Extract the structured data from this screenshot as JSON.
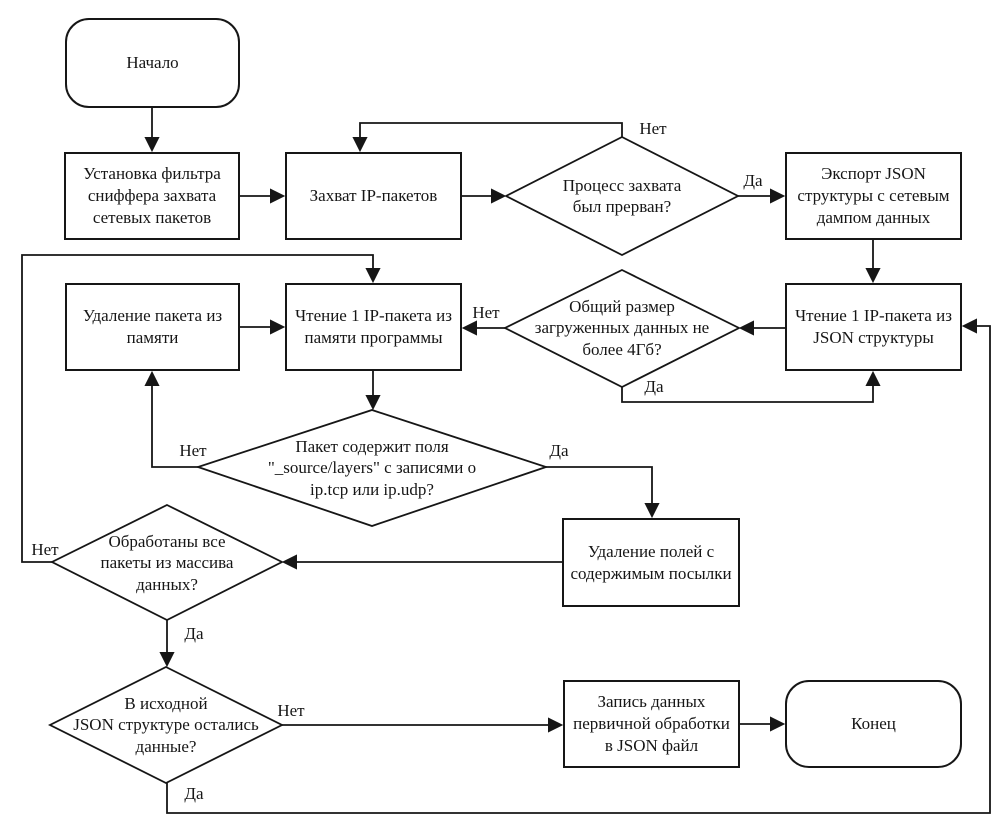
{
  "diagram_type": "flowchart",
  "language": "ru",
  "colors": {
    "stroke": "#161616",
    "background": "#ffffff",
    "text": "#161616"
  },
  "nodes": {
    "start": {
      "shape": "terminator",
      "label": "Начало"
    },
    "setup_filter": {
      "shape": "process",
      "label": "Установка фильтра\nсниффера захвата\nсетевых пакетов"
    },
    "capture": {
      "shape": "process",
      "label": "Захват IP-пакетов"
    },
    "q_interrupted": {
      "shape": "decision",
      "label": "Процесс захвата\nбыл прерван?"
    },
    "export_json": {
      "shape": "process",
      "label": "Экспорт JSON\nструктуры с сетевым\nдампом данных"
    },
    "read_json": {
      "shape": "process",
      "label": "Чтение 1 IP-пакета из\nJSON структуры"
    },
    "q_size": {
      "shape": "decision",
      "label": "Общий размер\nзагруженных данных не\nболее 4Гб?"
    },
    "delete_packet": {
      "shape": "process",
      "label": "Удаление пакета из\nпамяти"
    },
    "read_memory": {
      "shape": "process",
      "label": "Чтение 1 IP-пакета из\nпамяти программы"
    },
    "q_fields": {
      "shape": "decision",
      "label": "Пакет содержит поля\n\"_source/layers\" с записями о\nip.tcp или ip.udp?"
    },
    "delete_fields": {
      "shape": "process",
      "label": "Удаление полей с\nсодержимым посылки"
    },
    "q_all_processed": {
      "shape": "decision",
      "label": "Обработаны все\nпакеты из массива\nданных?"
    },
    "q_data_remains": {
      "shape": "decision",
      "label": "В исходной\nJSON структуре остались\nданные?"
    },
    "write_json": {
      "shape": "process",
      "label": "Запись данных\nпервичной обработки\nв JSON файл"
    },
    "end": {
      "shape": "terminator",
      "label": "Конец"
    }
  },
  "edge_labels": {
    "interrupted_no": "Нет",
    "interrupted_yes": "Да",
    "size_no": "Нет",
    "size_yes": "Да",
    "fields_no": "Нет",
    "fields_yes": "Да",
    "all_processed_no": "Нет",
    "all_processed_yes": "Да",
    "data_remains_no": "Нет",
    "data_remains_yes": "Да"
  }
}
